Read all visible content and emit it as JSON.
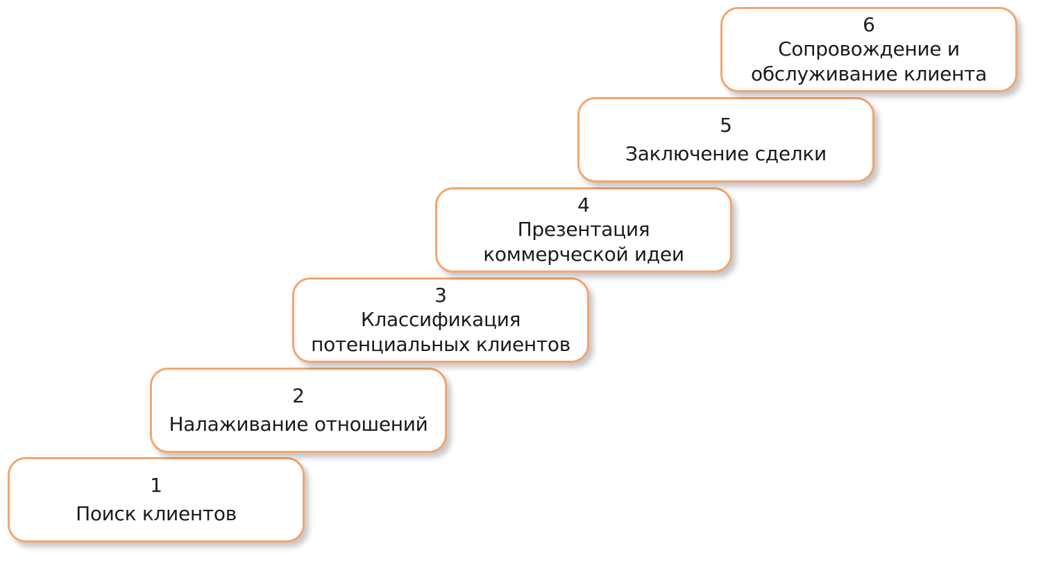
{
  "steps": [
    {
      "number": "1",
      "title": "Поиск клиентов"
    },
    {
      "number": "2",
      "title": "Налаживание отношений"
    },
    {
      "number": "3",
      "title": "Классификация\nпотенциальных клиентов"
    },
    {
      "number": "4",
      "title": "Презентация\nкоммерческой идеи"
    },
    {
      "number": "5",
      "title": "Заключение сделки"
    },
    {
      "number": "6",
      "title": "Сопровождение и\nобслуживание клиента"
    }
  ],
  "colors": {
    "border": "#f4a56d",
    "text": "#1a1a1a",
    "background": "#ffffff"
  }
}
